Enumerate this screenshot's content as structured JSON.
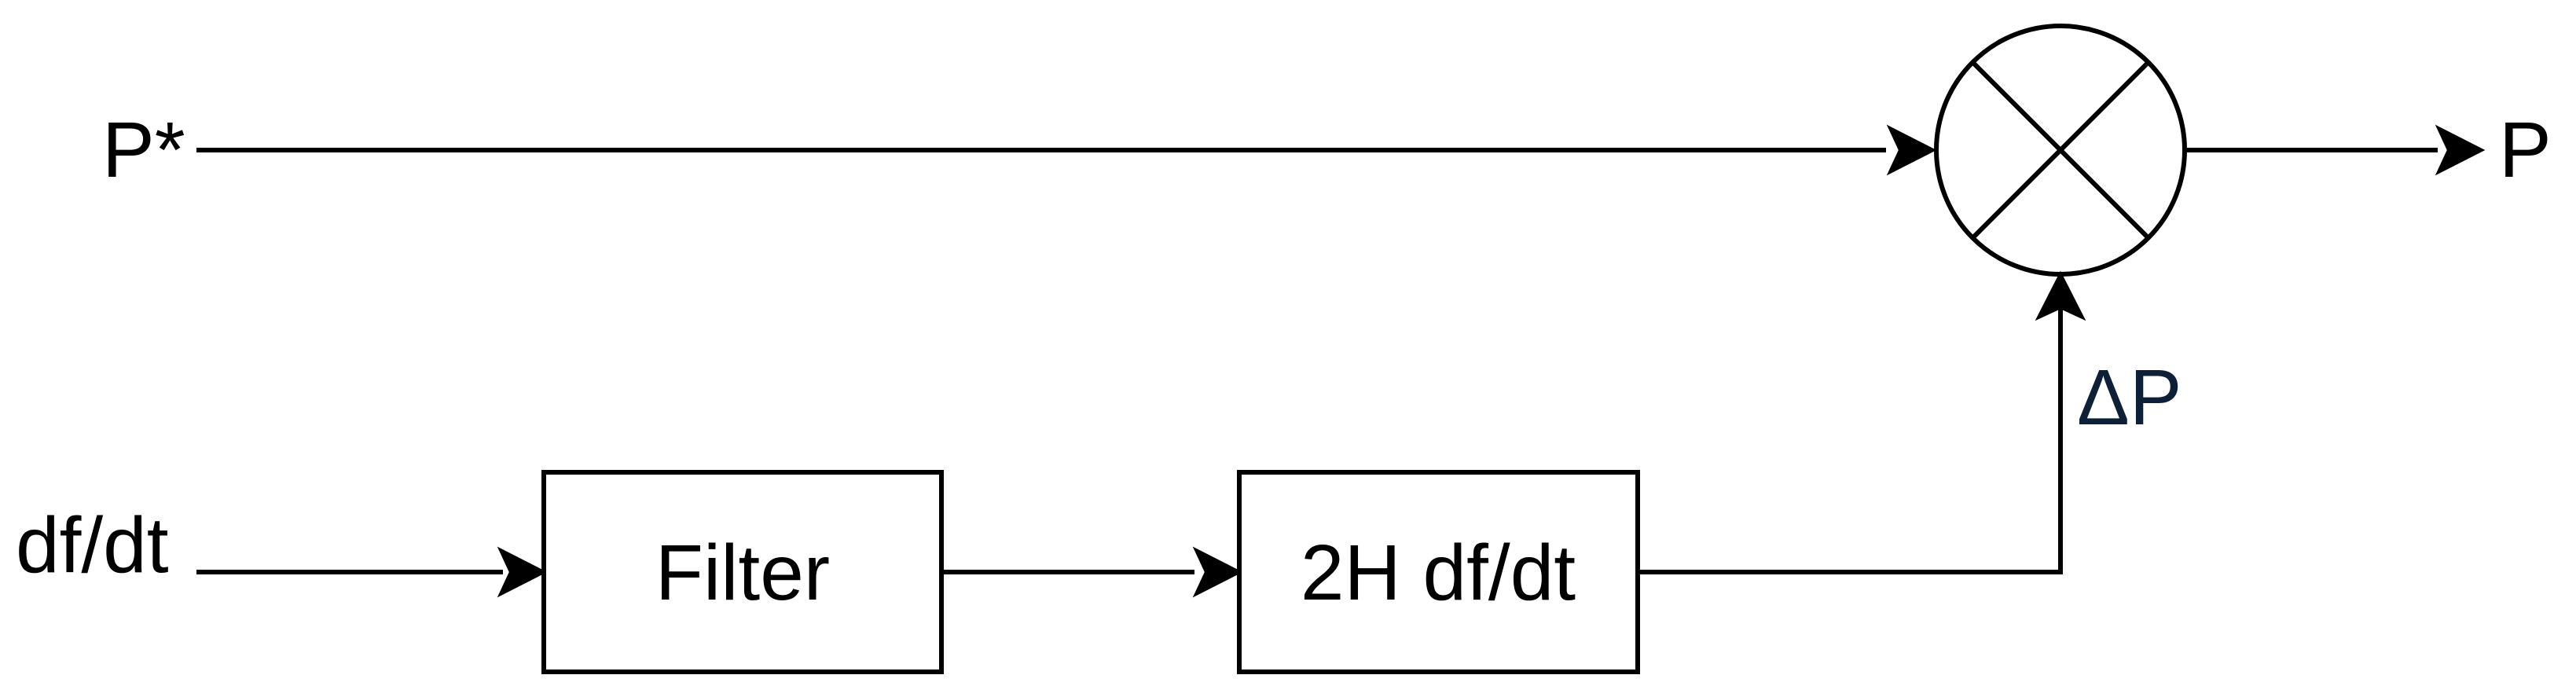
{
  "labels": {
    "p_star": "P*",
    "df_dt": "df/dt",
    "filter": "Filter",
    "inertia_block": "2H df/dt",
    "delta_p": "ΔP",
    "p_out": "P"
  },
  "colors": {
    "lines": "#000000",
    "delta_label": "#0d2038"
  }
}
